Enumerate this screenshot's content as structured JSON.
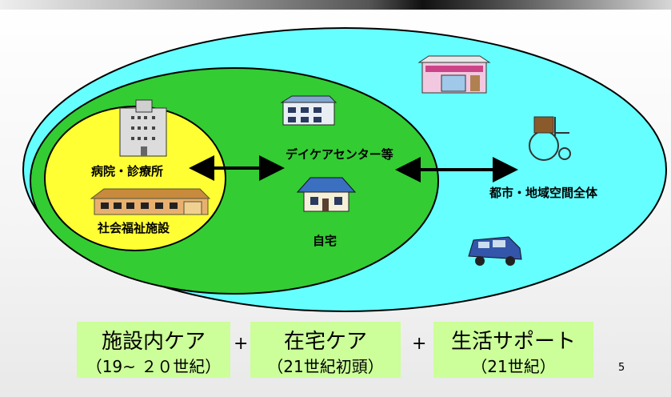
{
  "diagram": {
    "labels": {
      "hospital": "病院・診療所",
      "welfare": "社会福祉施設",
      "daycare": "デイケアセンター等",
      "home": "自宅",
      "city": "都市・地域空間全体"
    },
    "icons": [
      "hospital-building-icon",
      "welfare-facility-icon",
      "daycare-building-icon",
      "house-icon",
      "shop-icon",
      "wheelchair-icon",
      "car-icon",
      "double-arrow-icon"
    ],
    "colors": {
      "outer": "#66ffff",
      "middle": "#33cc33",
      "inner": "#ffff33",
      "box": "#ccff99"
    }
  },
  "bottom": {
    "facility_care": "施設内ケア",
    "facility_era": "（19~ ２０世紀）",
    "home_care": "在宅ケア",
    "home_era": "（21世紀初頭）",
    "life_support": "生活サポート",
    "life_era": "（21世紀）",
    "plus1": "+",
    "plus2": "+"
  },
  "page_number": "5"
}
